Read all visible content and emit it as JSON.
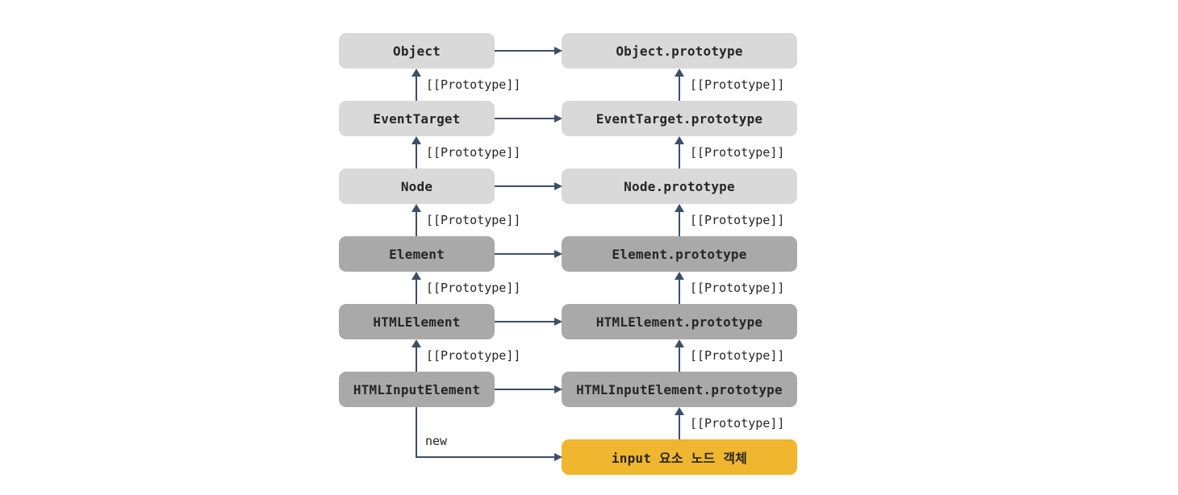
{
  "diagram": {
    "title_semantic": "DOM input element prototype chain diagram",
    "prototype_label": "[[Prototype]]",
    "new_label": "new",
    "rows": [
      {
        "left": "Object",
        "right": "Object.prototype",
        "tone": "light"
      },
      {
        "left": "EventTarget",
        "right": "EventTarget.prototype",
        "tone": "light"
      },
      {
        "left": "Node",
        "right": "Node.prototype",
        "tone": "light"
      },
      {
        "left": "Element",
        "right": "Element.prototype",
        "tone": "dark"
      },
      {
        "left": "HTMLElement",
        "right": "HTMLElement.prototype",
        "tone": "dark"
      },
      {
        "left": "HTMLInputElement",
        "right": "HTMLInputElement.prototype",
        "tone": "dark"
      }
    ],
    "instance_box": {
      "label": "input 요소 노드 객체",
      "tone": "yellow"
    },
    "colors": {
      "light_box": "#d9d9d9",
      "dark_box": "#a9a9a9",
      "instance_box": "#f0b62f",
      "line": "#3d4f66",
      "text": "#262626",
      "background": "#ffffff"
    }
  }
}
